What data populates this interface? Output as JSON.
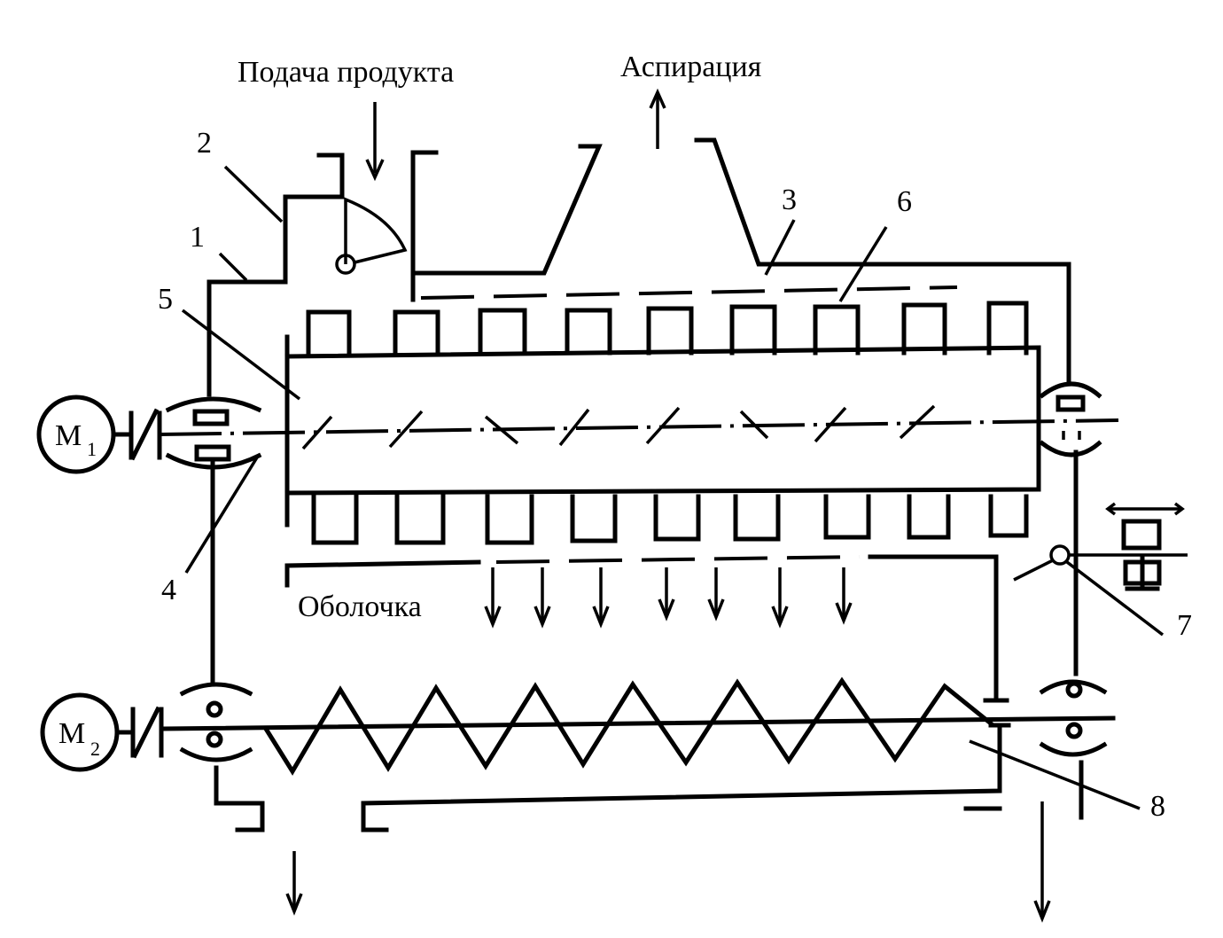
{
  "labels": {
    "feed": "Подача продукта",
    "aspiration": "Аспирация",
    "husk": "Оболочка"
  },
  "motors": [
    {
      "letter": "M",
      "index": "1"
    },
    {
      "letter": "M",
      "index": "2"
    }
  ],
  "callouts": [
    "1",
    "2",
    "3",
    "4",
    "5",
    "6",
    "7",
    "8"
  ]
}
